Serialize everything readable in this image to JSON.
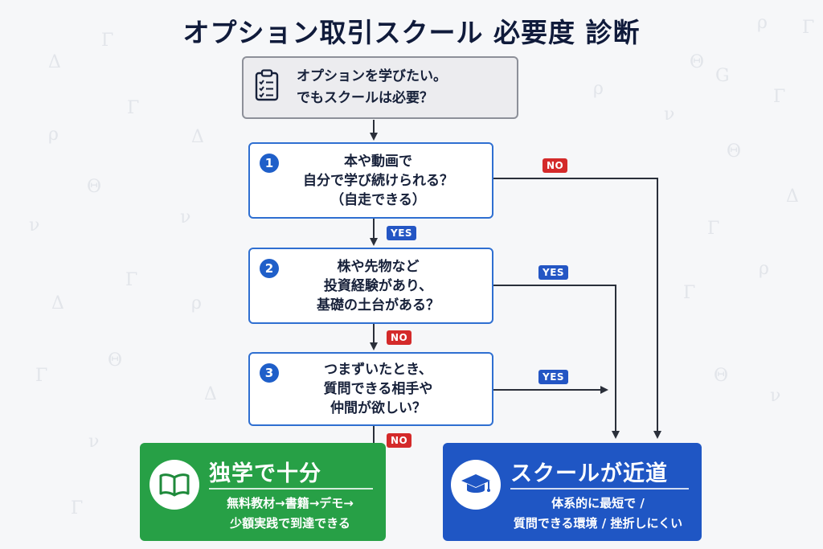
{
  "title": "オプション取引スクール 必要度 診断",
  "colors": {
    "accent_blue": "#2f6fd1",
    "yes_tag": "#2456c4",
    "no_tag": "#d42a2a",
    "result_green": "#27a046",
    "result_blue": "#1f56c4"
  },
  "start": {
    "icon": "clipboard-checklist-icon",
    "line1": "オプションを学びたい。",
    "line2": "でもスクールは必要？"
  },
  "questions": [
    {
      "number": "1",
      "line1": "本や動画で",
      "line2": "自分で学び続けられる？",
      "line3": "（自走できる）"
    },
    {
      "number": "2",
      "line1": "株や先物など",
      "line2": "投資経験があり、",
      "line3": "基礎の土台がある？"
    },
    {
      "number": "3",
      "line1": "つまずいたとき、",
      "line2": "質問できる相手や",
      "line3": "仲間が欲しい？"
    }
  ],
  "labels": {
    "q1_down": "YES",
    "q1_right": "NO",
    "q2_down": "NO",
    "q2_right": "YES",
    "q3_down": "NO",
    "q3_right": "YES"
  },
  "results": {
    "self": {
      "icon": "open-book-icon",
      "title": "独学で十分",
      "line1": "無料教材→書籍→デモ→",
      "line2": "少額実践で到達できる"
    },
    "school": {
      "icon": "graduation-cap-icon",
      "title": "スクールが近道",
      "line1": "体系的に最短で /",
      "line2": "質問できる環境 / 挫折しにくい"
    }
  }
}
